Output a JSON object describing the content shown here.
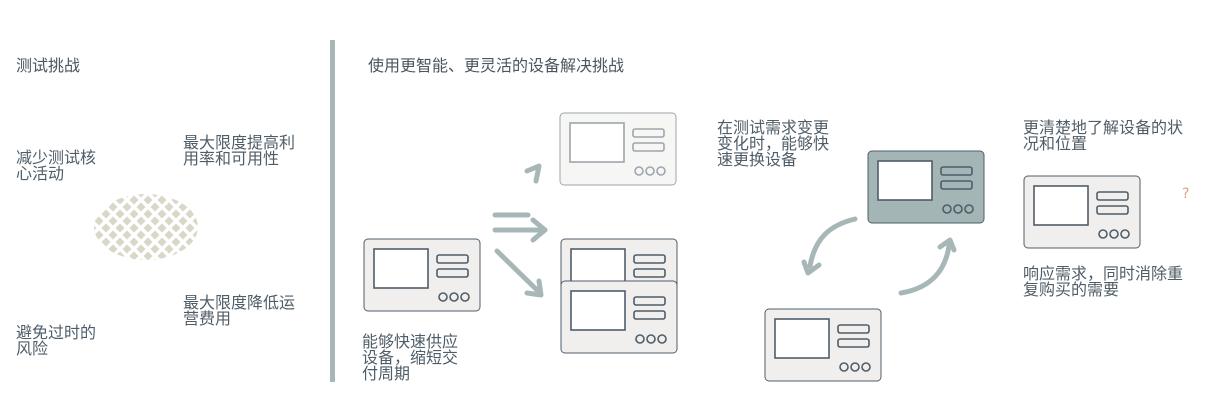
{
  "left": {
    "title": "测试挑战",
    "challenge_1": "减少测试核\n心活动",
    "challenge_2": "最大限度提高利\n用率和可用性",
    "challenge_3": "最大限度降低运\n营费用",
    "challenge_4": "避免过时的\n风险"
  },
  "right": {
    "title": "使用更智能、更灵活的设备解决挑战",
    "benefit_supply": "能够快速供应\n设备，缩短交\n付周期",
    "benefit_swap": "在测试需求变更\n变化时，能够快\n速更换设备",
    "benefit_visibility": "更清楚地了解设备的状\n况和位置",
    "benefit_reuse": "响应需求，同时消除重\n复购买的需要",
    "question_mark": "?"
  },
  "colors": {
    "device_fill": "#f0efed",
    "device_stroke": "#4f5d6a",
    "device_fill_dark": "#a4b5b6",
    "device_fill_light": "#f0efed",
    "arrow": "#a7b7b8",
    "divider": "#a7b7b8",
    "wafer": "#d8d7c8",
    "question_mark": "#e0a28c"
  }
}
